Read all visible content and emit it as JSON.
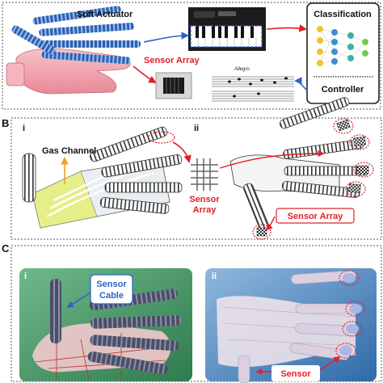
{
  "panel_a": {
    "soft_actuator_label": "Soft Actuator",
    "sensor_array_label": "Sensor Array",
    "classification_label": "Classification",
    "controller_label": "Controller",
    "sheet_music_caption": "Allegro"
  },
  "panel_b": {
    "letter": "B",
    "sub_i": "i",
    "sub_ii": "ii",
    "gas_channel_label": "Gas Channel",
    "sensor_array_center_line1": "Sensor",
    "sensor_array_center_line2": "Array",
    "sensor_array_box_label": "Sensor Array"
  },
  "panel_c": {
    "letter": "C",
    "sub_i": "i",
    "sub_ii": "ii",
    "sensor_cable_line1": "Sensor",
    "sensor_cable_line2": "Cable",
    "sensor_bottom_label": "Sensor"
  },
  "colors": {
    "accent_red": "#e0202a",
    "accent_blue": "#2a63c8",
    "actuator_blue": "#2f5fb0",
    "glove_pink": "#f2a7b0",
    "photo_bg_green": "#3d8c5e",
    "photo_bg_blue": "#3f7fb8"
  }
}
